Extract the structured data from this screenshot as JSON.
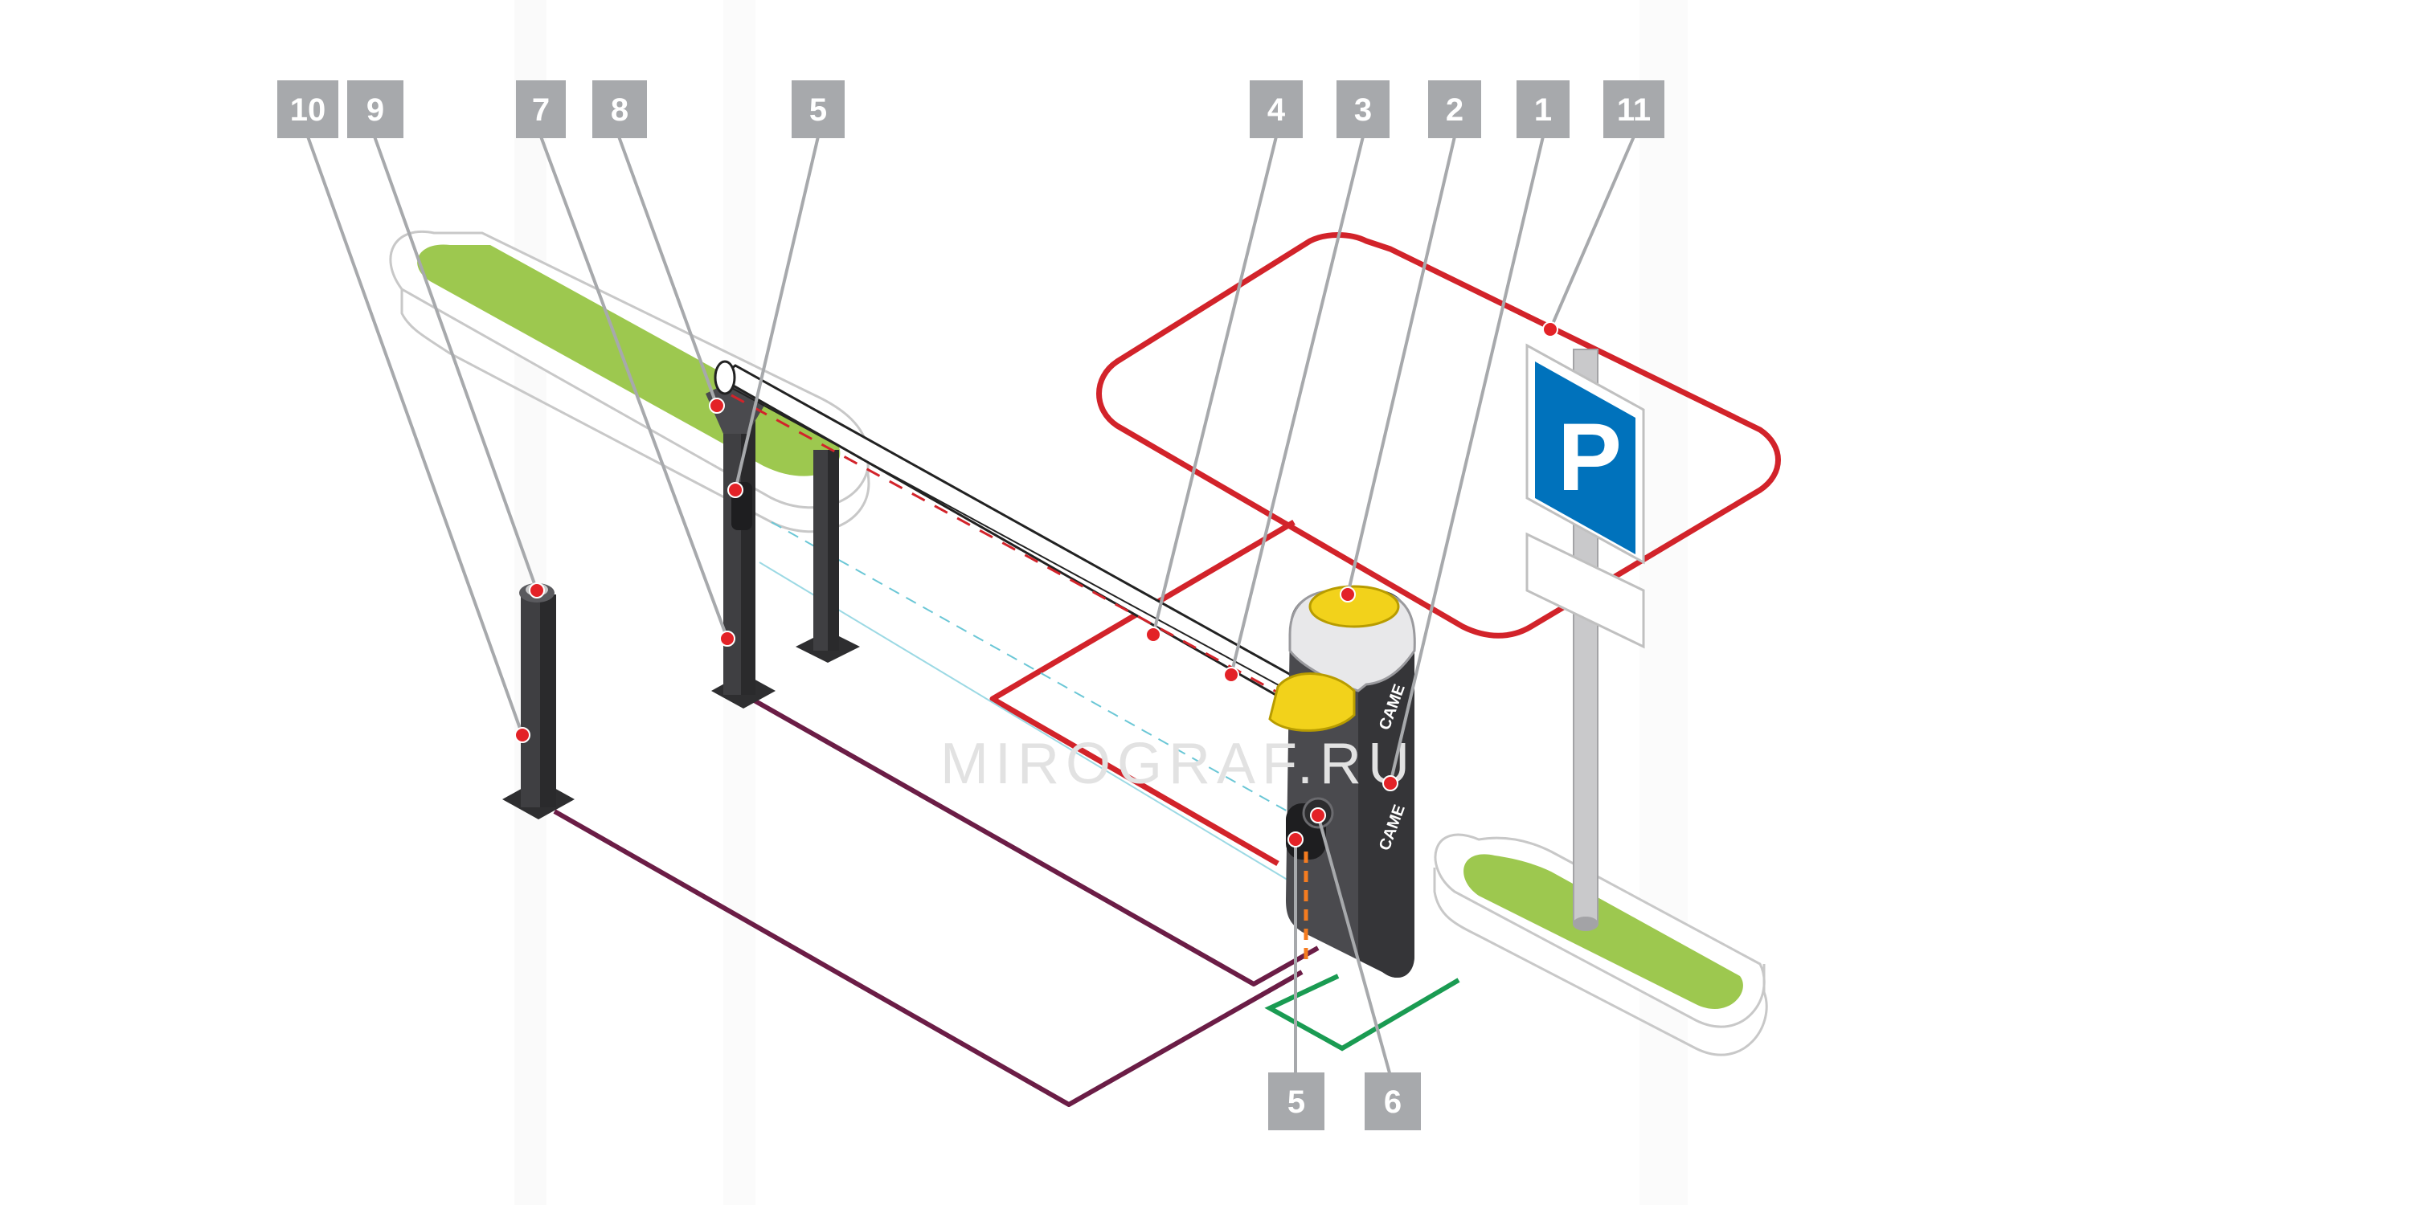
{
  "labels": {
    "top": [
      "10",
      "9",
      "7",
      "8",
      "5",
      "4",
      "3",
      "2",
      "1",
      "11"
    ],
    "bottom": [
      "5",
      "6"
    ]
  },
  "barrier_brand": "CAME",
  "sign_letter": "P",
  "watermark": "MIROGRAF.RU",
  "colors": {
    "label_bg": "#a7a9ac",
    "leader": "#a7a9ac",
    "loop_red": "#d2232a",
    "cable_purple": "#6b1d46",
    "ground_green": "#1a9b52",
    "grass": "#9dc84f",
    "lamp_yellow": "#f2d21b",
    "sign_blue": "#0072bc",
    "housing_dark": "#3a3a3c",
    "marker": "#e32227"
  }
}
